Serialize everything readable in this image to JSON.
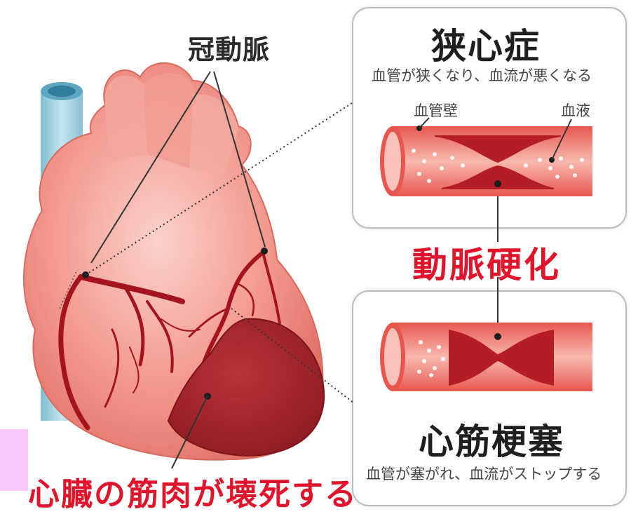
{
  "labels": {
    "coronary_artery": "冠動脈",
    "angina_title": "狭心症",
    "angina_subtitle": "血管が狭くなり、血流が悪くなる",
    "vessel_wall": "血管壁",
    "blood": "血液",
    "arteriosclerosis": "動脈硬化",
    "mi_title": "心筋梗塞",
    "mi_subtitle": "血管が塞がれ、血流がストップする",
    "necrosis_caption": "心臓の筋肉が壊死する"
  },
  "colors": {
    "heart": "#f08a80",
    "heart_shadow": "#d9665d",
    "artery": "#a3141f",
    "infarct": "#a3242a",
    "aorta": "#a6d4e4",
    "plaque": "#b51d24",
    "accent_text": "#e0152c",
    "panel_border": "#bdbdbd",
    "pink_tab": "#fbc7fa"
  },
  "icons": {
    "heart": "heart-illustration-icon",
    "narrowed_vessel": "narrowed-vessel-icon",
    "blocked_vessel": "blocked-vessel-icon"
  }
}
